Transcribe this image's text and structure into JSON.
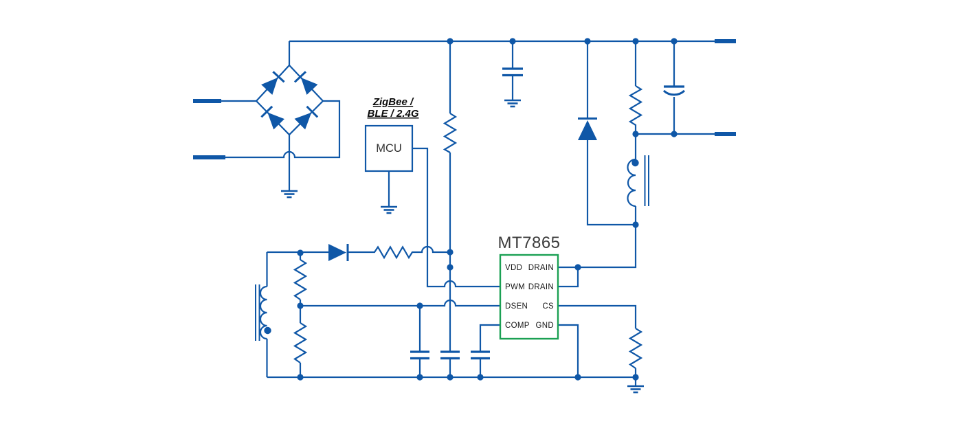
{
  "schematic": {
    "ic": {
      "title": "MT7865",
      "pins_left": [
        "VDD",
        "PWM",
        "DSEN",
        "COMP"
      ],
      "pins_right": [
        "DRAIN",
        "DRAIN",
        "CS",
        "GND"
      ]
    },
    "mcu": {
      "label": "MCU",
      "wireless_caption_line1": "ZigBee /",
      "wireless_caption_line2": "BLE / 2.4G"
    },
    "colors": {
      "wire": "#0F57A7",
      "ic_outline": "#1BA053",
      "ic_title": "#3C3C3C",
      "pin_label": "#161616",
      "mcu_label": "#333333",
      "caption": "#0A0A0A"
    }
  }
}
